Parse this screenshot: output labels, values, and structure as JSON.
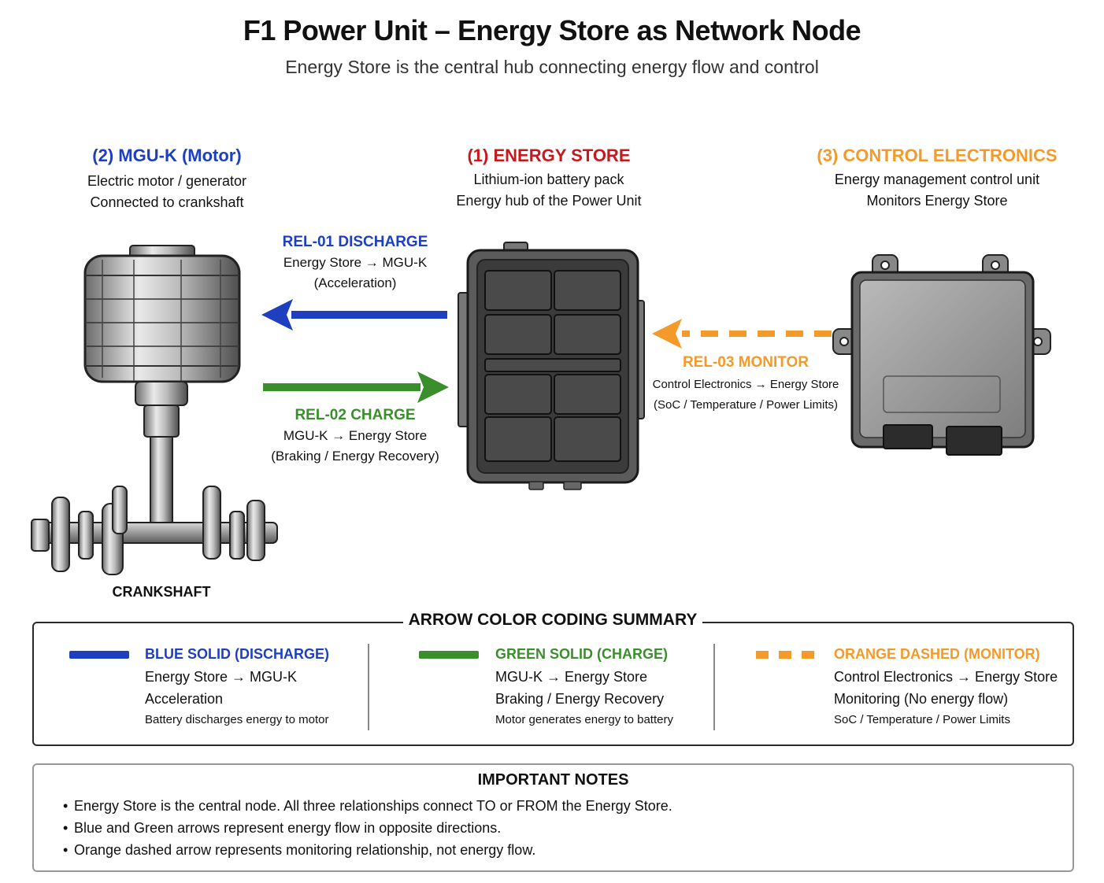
{
  "title": "F1 Power Unit – Energy Store as Network Node",
  "subtitle": "Energy Store is the central hub connecting energy flow and control",
  "colors": {
    "discharge": "#1e3fbf",
    "charge": "#3a8f2c",
    "monitor": "#f39a2a",
    "energy_store": "#c8181e"
  },
  "nodes": {
    "mgu_k": {
      "title": "(2) MGU-K (Motor)",
      "line1": "Electric motor / generator",
      "line2": "Connected to crankshaft",
      "sub_label": "CRANKSHAFT"
    },
    "energy_store": {
      "title": "(1) ENERGY STORE",
      "line1": "Lithium-ion battery pack",
      "line2": "Energy hub of the Power Unit"
    },
    "control_electronics": {
      "title": "(3) CONTROL ELECTRONICS",
      "line1": "Energy management control unit",
      "line2": "Monitors Energy Store"
    }
  },
  "relationships": {
    "rel01": {
      "title": "REL-01 DISCHARGE",
      "line1": "Energy Store → MGU-K",
      "line2": "(Acceleration)"
    },
    "rel02": {
      "title": "REL-02 CHARGE",
      "line1": "MGU-K → Energy Store",
      "line2": "(Braking / Energy Recovery)"
    },
    "rel03": {
      "title": "REL-03 MONITOR",
      "line1": "Control Electronics → Energy Store",
      "line2": "(SoC / Temperature / Power Limits)"
    }
  },
  "summary": {
    "heading": "ARROW COLOR CODING SUMMARY",
    "items": [
      {
        "title": "BLUE SOLID (DISCHARGE)",
        "line1": "Energy Store → MGU-K",
        "line2": "Acceleration",
        "line3": "Battery discharges energy to motor"
      },
      {
        "title": "GREEN SOLID (CHARGE)",
        "line1": "MGU-K → Energy Store",
        "line2": "Braking / Energy Recovery",
        "line3": "Motor generates energy to battery"
      },
      {
        "title": "ORANGE DASHED (MONITOR)",
        "line1": "Control Electronics → Energy Store",
        "line2": "Monitoring (No energy flow)",
        "line3": "SoC / Temperature / Power Limits"
      }
    ]
  },
  "notes": {
    "heading": "IMPORTANT NOTES",
    "items": [
      "Energy Store is the central node. All three relationships connect TO or FROM the Energy Store.",
      "Blue and Green arrows represent energy flow in opposite directions.",
      "Orange dashed arrow represents monitoring relationship, not energy flow."
    ]
  }
}
